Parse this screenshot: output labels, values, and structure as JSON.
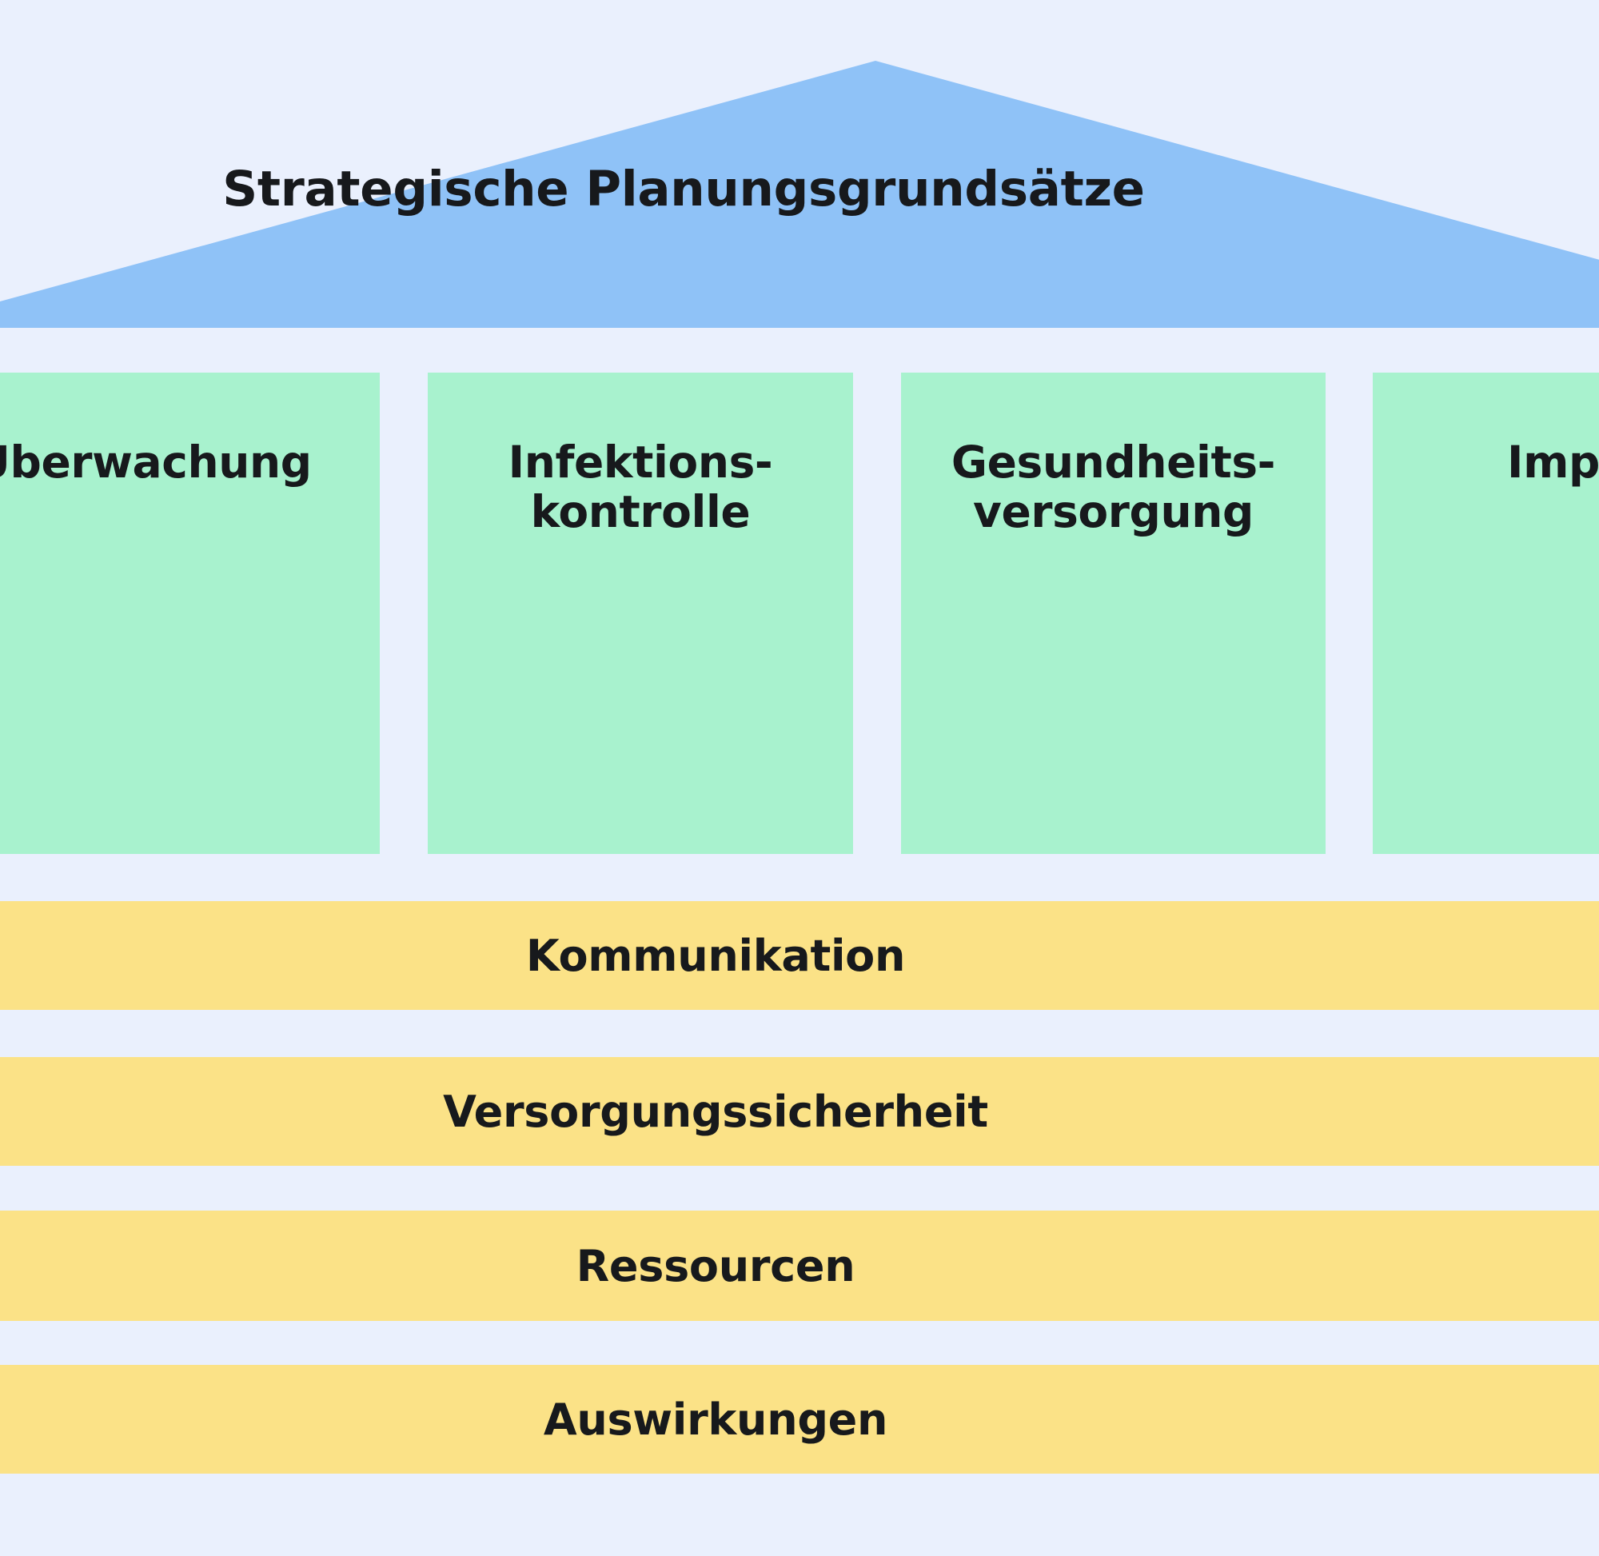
{
  "diagram": {
    "type": "house-framework-diagram",
    "title": "Strategische Planungsgrundsätze",
    "background_color": "#eaf0fd",
    "roof": {
      "label": "Strategische Planungsgrundsätze",
      "color": "#8fc2f7",
      "shape": "triangle-roof"
    },
    "pillars": {
      "color": "#a8f2ce",
      "items": [
        {
          "label": "Überwachung",
          "clipped": "left"
        },
        {
          "label": "Infektions-\nkontrolle",
          "clipped": "none"
        },
        {
          "label": "Gesundheits-\nversorgung",
          "clipped": "none"
        },
        {
          "label": "Impfung",
          "clipped": "right"
        }
      ]
    },
    "foundation": {
      "color": "#fbe287",
      "items": [
        {
          "label": "Kommunikation"
        },
        {
          "label": "Versorgungssicherheit"
        },
        {
          "label": "Ressourcen"
        },
        {
          "label": "Auswirkungen"
        }
      ]
    }
  }
}
